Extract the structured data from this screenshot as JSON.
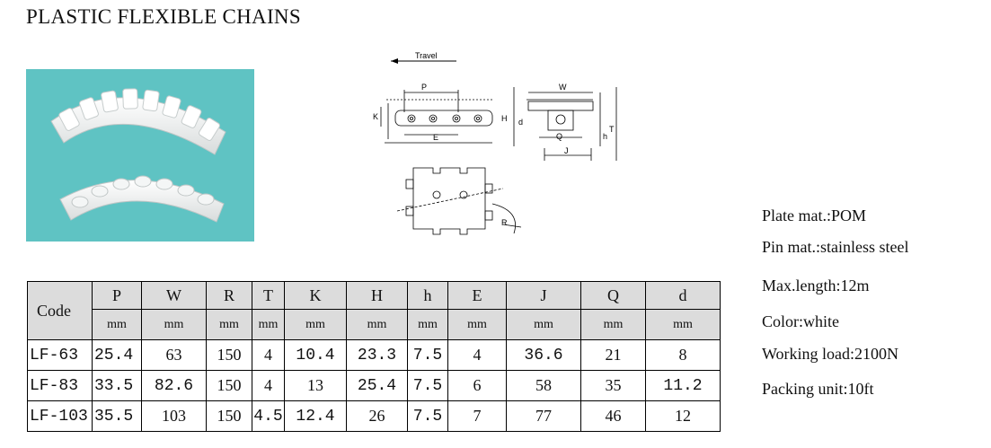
{
  "title": "PLASTIC FLEXIBLE CHAINS",
  "drawing_labels": {
    "travel": "Travel",
    "p": "P",
    "w": "W",
    "k": "K",
    "e": "E",
    "h_upper": "H",
    "d": "d",
    "q": "Q",
    "j": "J",
    "t": "T",
    "h_lower": "h",
    "r": "R"
  },
  "specs": [
    "Plate mat.:POM",
    "Pin mat.:stainless steel",
    "Max.length:12m",
    "Color:white",
    "Working load:2100N",
    "Packing unit:10ft"
  ],
  "table": {
    "code_label": "Code",
    "columns": [
      "P",
      "W",
      "R",
      "T",
      "K",
      "H",
      "h",
      "E",
      "J",
      "Q",
      "d"
    ],
    "unit": "mm",
    "rows": [
      {
        "code": "LF-63",
        "values": [
          "25.4",
          "63",
          "150",
          "4",
          "10.4",
          "23.3",
          "7.5",
          "4",
          "36.6",
          "21",
          "8"
        ]
      },
      {
        "code": "LF-83",
        "values": [
          "33.5",
          "82.6",
          "150",
          "4",
          "13",
          "25.4",
          "7.5",
          "6",
          "58",
          "35",
          "11.2"
        ]
      },
      {
        "code": "LF-103",
        "values": [
          "35.5",
          "103",
          "150",
          "4.5",
          "12.4",
          "26",
          "7.5",
          "7",
          "77",
          "46",
          "12"
        ]
      }
    ]
  }
}
